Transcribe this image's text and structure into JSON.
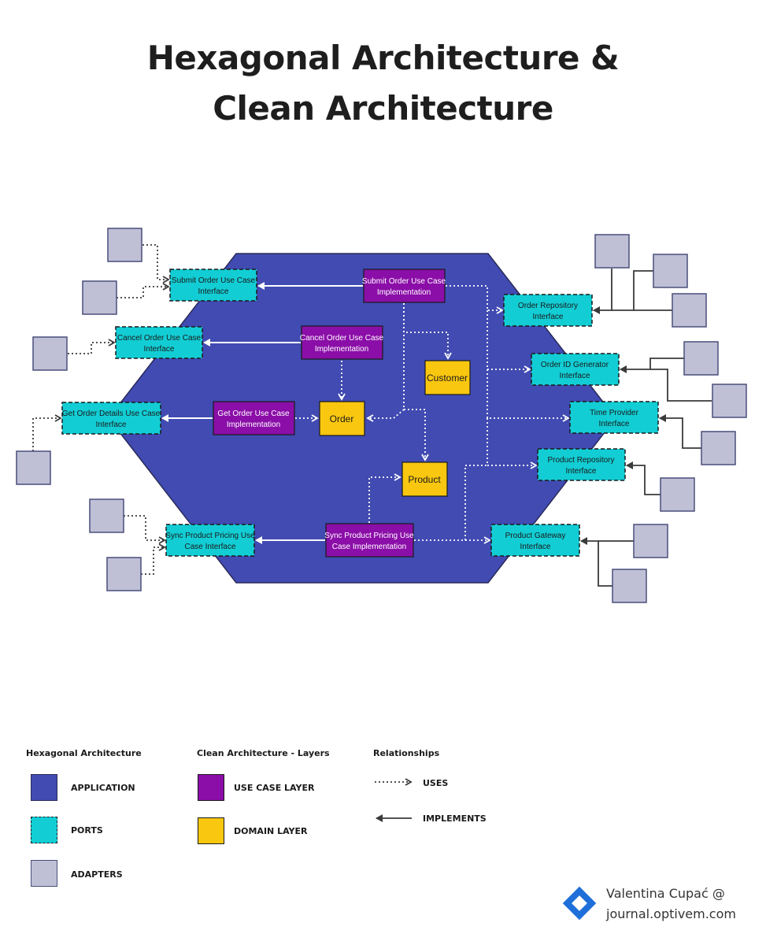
{
  "title": {
    "line1": "Hexagonal Architecture &",
    "line2": "Clean Architecture"
  },
  "colors": {
    "application": "#414bb2",
    "ports": "#12cdd4",
    "adapters": "#bfc0d6",
    "use_case": "#8b0ea8",
    "domain": "#fac710",
    "arrow": "#3a3a3a"
  },
  "nodes": {
    "submit_order_port": [
      "Submit Order Use Case",
      "Interface"
    ],
    "cancel_order_port": [
      "Cancel Order Use Case",
      "Interface"
    ],
    "get_order_details_port": [
      "Get Order Details Use Case",
      "Interface"
    ],
    "sync_pricing_port": [
      "Sync Product Pricing Use",
      "Case Interface"
    ],
    "submit_order_impl": [
      "Submit Order Use Case",
      "Implementation"
    ],
    "cancel_order_impl": [
      "Cancel Order Use Case",
      "Implementation"
    ],
    "get_order_impl": [
      "Get Order Use Case",
      "Implementation"
    ],
    "sync_pricing_impl": [
      "Sync Product Pricing Use",
      "Case Implementation"
    ],
    "customer": "Customer",
    "order": "Order",
    "product": "Product",
    "order_repository": [
      "Order Repository",
      "Interface"
    ],
    "order_id_generator": [
      "Order ID Generator",
      "Interface"
    ],
    "time_provider": [
      "Time Provider",
      "Interface"
    ],
    "product_repository": [
      "Product Repository",
      "Interface"
    ],
    "product_gateway": [
      "Product Gateway",
      "Interface"
    ]
  },
  "legend": {
    "hexagonal": {
      "heading": "Hexagonal Architecture",
      "items": [
        "APPLICATION",
        "PORTS",
        "ADAPTERS"
      ]
    },
    "clean": {
      "heading": "Clean Architecture - Layers",
      "items": [
        "USE CASE LAYER",
        "DOMAIN LAYER"
      ]
    },
    "relationships": {
      "heading": "Relationships",
      "items": [
        "USES",
        "IMPLEMENTS"
      ]
    }
  },
  "author": {
    "name": "Valentina Cupać @",
    "site": "journal.optivem.com"
  }
}
